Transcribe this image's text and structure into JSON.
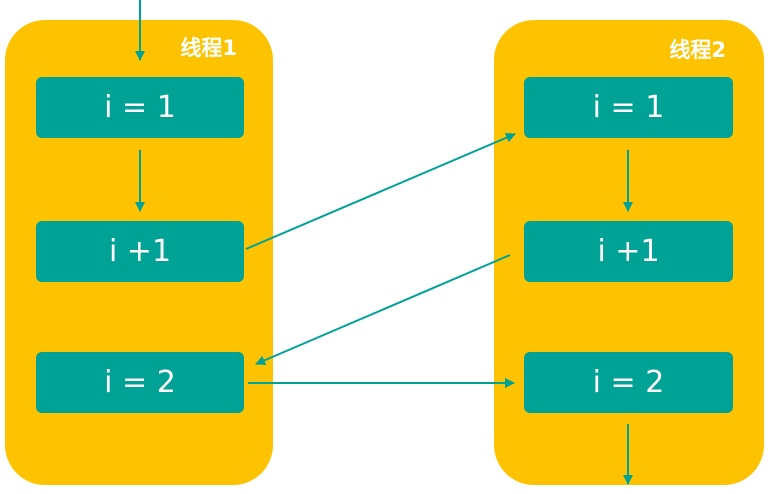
{
  "threads": [
    {
      "title": "线程1",
      "steps": [
        "i = 1",
        "i +1",
        "i = 2"
      ]
    },
    {
      "title": "线程2",
      "steps": [
        "i = 1",
        "i +1",
        "i = 2"
      ]
    }
  ],
  "colors": {
    "panel": "#FDC300",
    "box": "#00A296",
    "arrow": "#00A296",
    "text": "#FFFFFF"
  }
}
